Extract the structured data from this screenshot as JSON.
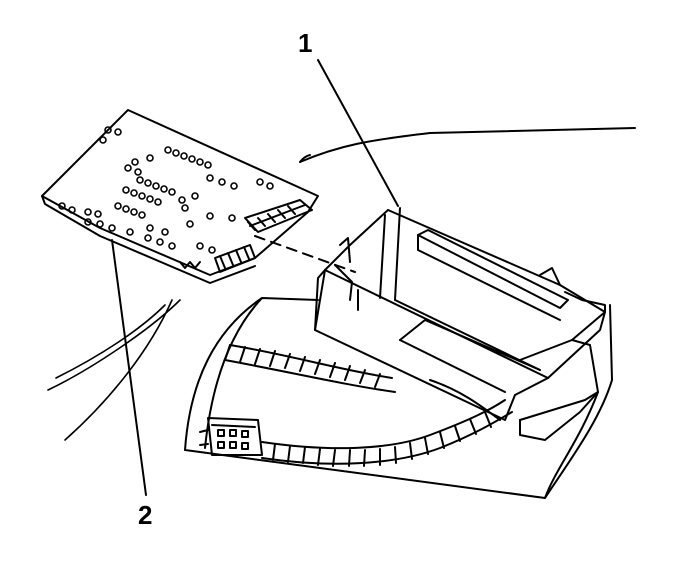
{
  "diagram": {
    "callouts": [
      {
        "id": "1",
        "label": "1",
        "part": "module-housing"
      },
      {
        "id": "2",
        "label": "2",
        "part": "circuit-board"
      }
    ],
    "colors": {
      "line": "#000000",
      "background": "#ffffff"
    }
  }
}
